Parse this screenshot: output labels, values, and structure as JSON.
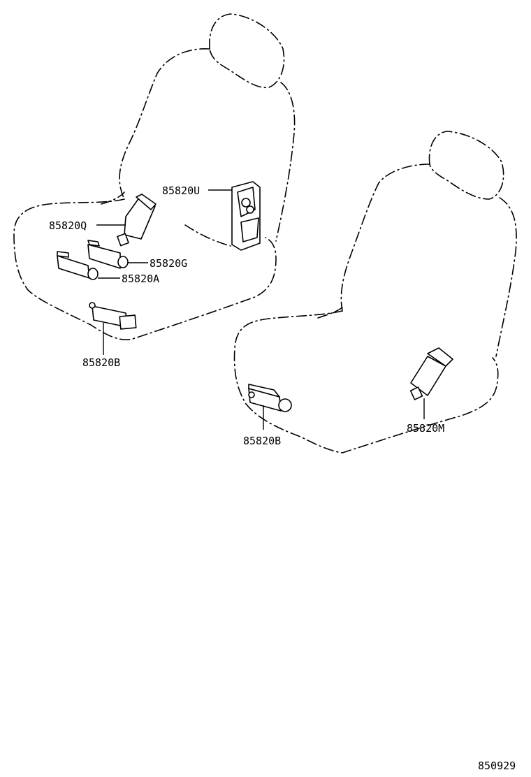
{
  "labels": {
    "left_u": "85820U",
    "left_q": "85820Q",
    "left_g": "85820G",
    "left_a": "85820A",
    "left_b": "85820B",
    "right_b": "85820B",
    "right_m": "85820M"
  },
  "figure_number": "850929"
}
